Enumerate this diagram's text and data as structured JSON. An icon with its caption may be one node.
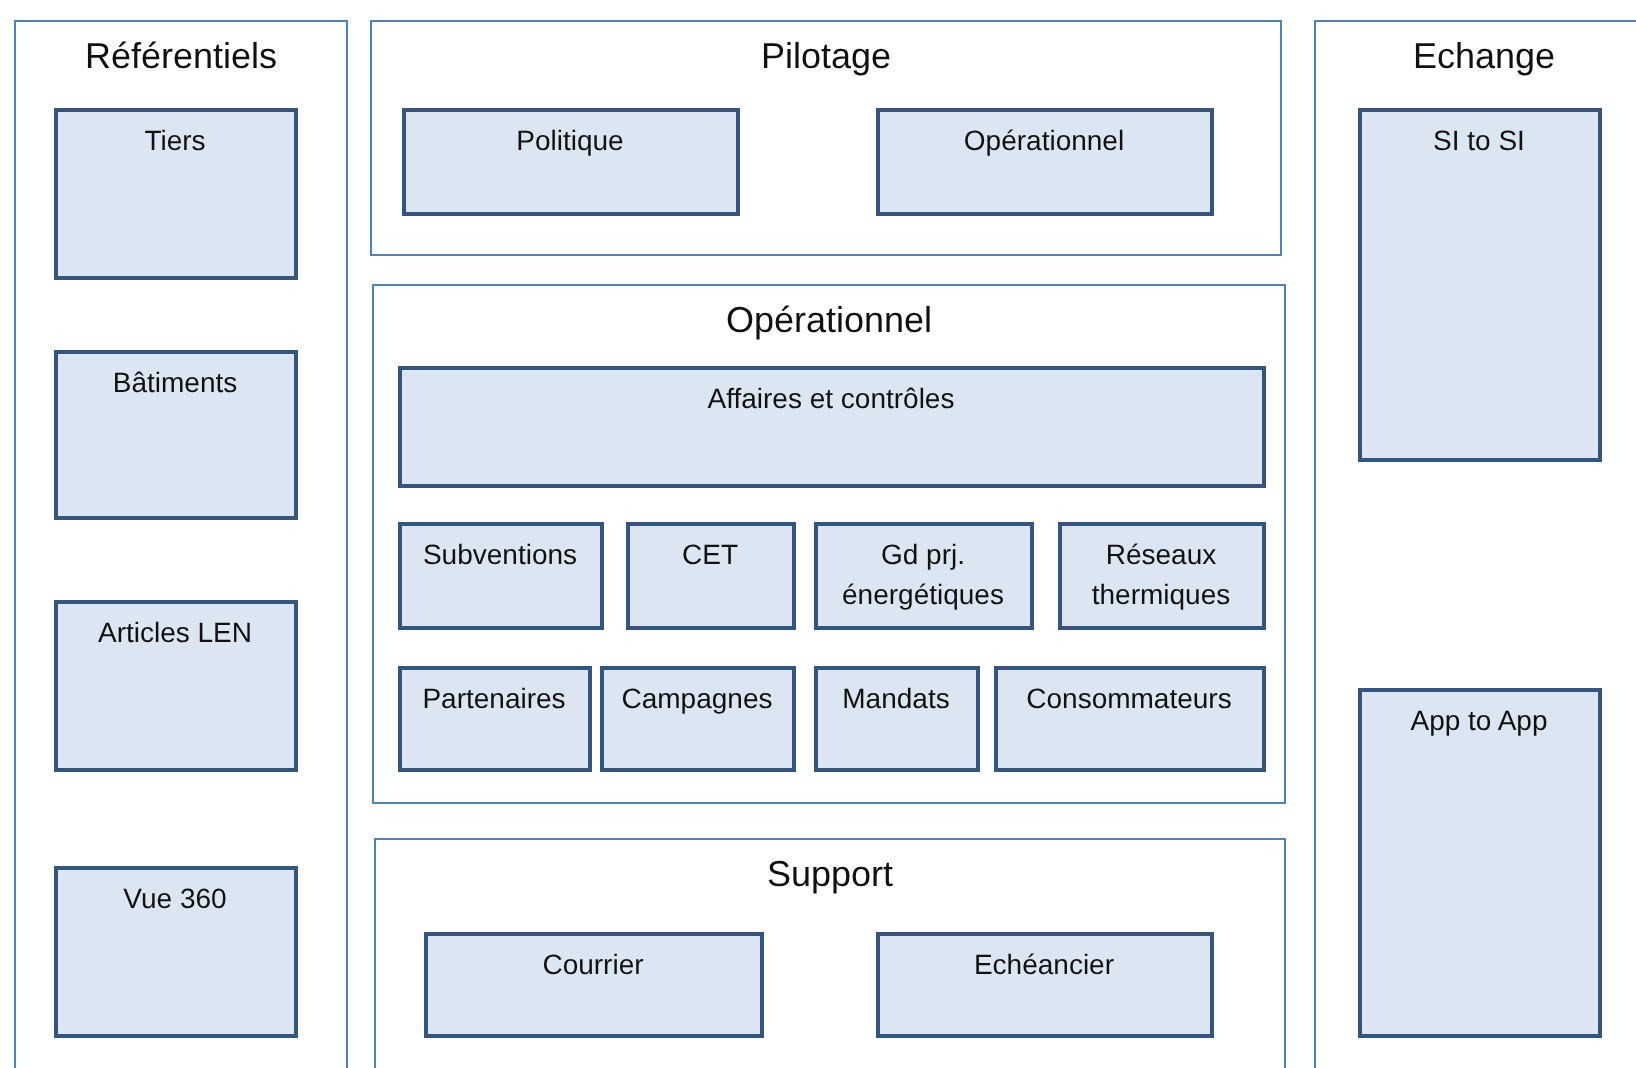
{
  "diagram": {
    "nodes": [
      {
        "text": [
          "Référentiels"
        ]
      },
      {
        "text": [
          "Tiers"
        ],
        "in": 0
      },
      {
        "text": [
          "Bâtiments"
        ],
        "in": 0
      },
      {
        "text": [
          "Articles LEN"
        ],
        "in": 0
      },
      {
        "text": [
          "Vue 360"
        ],
        "in": 0
      },
      {
        "text": [
          "Pilotage"
        ]
      },
      {
        "text": [
          "Politique"
        ],
        "in": 5
      },
      {
        "text": [
          "Opérationnel"
        ],
        "in": 5
      },
      {
        "text": [
          "Opérationnel"
        ]
      },
      {
        "text": [
          "Affaires et contrôles"
        ],
        "in": 8
      },
      {
        "text": [
          "Subventions"
        ],
        "in": 8
      },
      {
        "text": [
          "CET"
        ],
        "in": 8
      },
      {
        "text": [
          "Gd prj. énergétiques"
        ],
        "in": 8
      },
      {
        "text": [
          "Réseaux thermiques"
        ],
        "in": 8
      },
      {
        "text": [
          "Partenaires"
        ],
        "in": 8
      },
      {
        "text": [
          "Campagnes"
        ],
        "in": 8
      },
      {
        "text": [
          "Mandats"
        ],
        "in": 8
      },
      {
        "text": [
          "Consommateurs"
        ],
        "in": 8
      },
      {
        "text": [
          "Support"
        ]
      },
      {
        "text": [
          "Courrier"
        ],
        "in": 18
      },
      {
        "text": [
          "Echéancier"
        ],
        "in": 18
      },
      {
        "text": [
          "Echange"
        ]
      },
      {
        "text": [
          "SI to SI"
        ],
        "in": 21
      },
      {
        "text": [
          "App to App"
        ],
        "in": 21
      }
    ]
  }
}
